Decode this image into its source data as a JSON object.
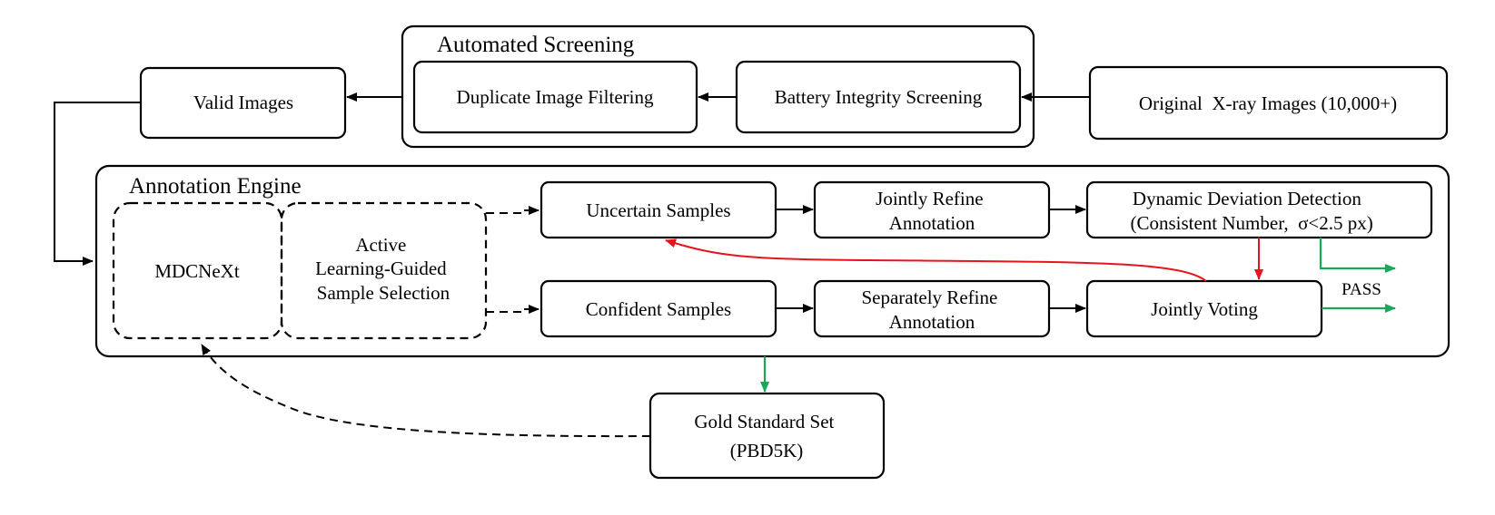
{
  "screening": {
    "title": "Automated Screening",
    "duplicate_filtering": "Duplicate Image Filtering",
    "battery_screening": "Battery Integrity Screening"
  },
  "original_images": "Original  X-ray Images (10,000+)",
  "valid_images": "Valid Images",
  "engine": {
    "title": "Annotation Engine",
    "mdcnext": "MDCNeXt",
    "active_learning": [
      "Active",
      "Learning-Guided",
      "Sample Selection"
    ],
    "uncertain_samples": "Uncertain Samples",
    "confident_samples": "Confident Samples",
    "jointly_refine": [
      "Jointly Refine",
      "Annotation"
    ],
    "separately_refine": [
      "Separately Refine",
      "Annotation"
    ],
    "deviation_detection": [
      "Dynamic Deviation Detection",
      "(Consistent Number,  σ<2.5 px)"
    ],
    "jointly_voting": "Jointly Voting",
    "pass_label": "PASS"
  },
  "gold_standard": [
    "Gold Standard Set",
    "(PBD5K)"
  ],
  "colors": {
    "reject_arrow": "#e8141b",
    "pass_arrow": "#18a85a"
  }
}
